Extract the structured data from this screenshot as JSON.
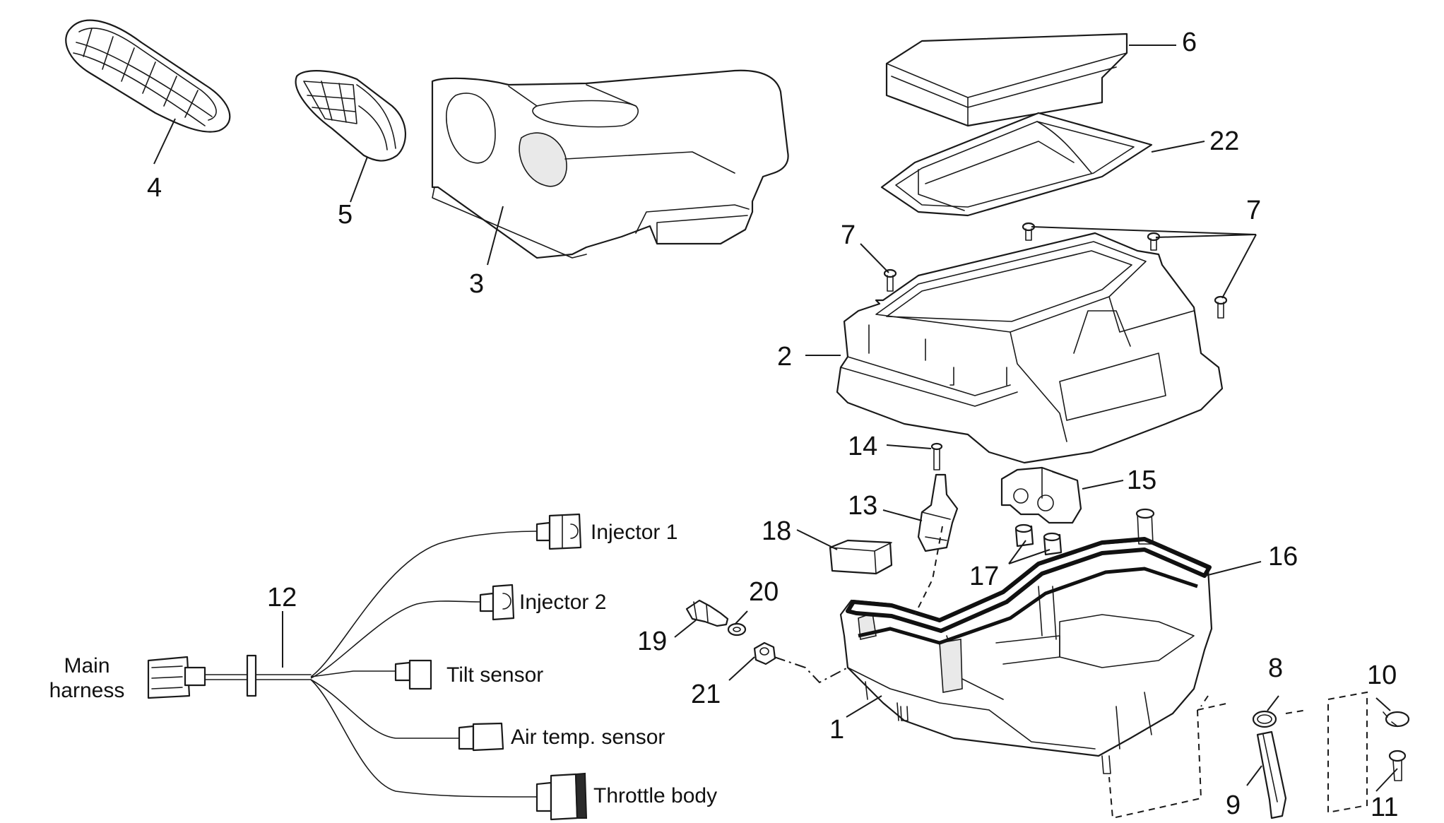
{
  "part_numbers": {
    "p1": "1",
    "p2": "2",
    "p3": "3",
    "p4": "4",
    "p5": "5",
    "p6": "6",
    "p7a": "7",
    "p7b": "7",
    "p8": "8",
    "p9": "9",
    "p10": "10",
    "p11": "11",
    "p12": "12",
    "p13": "13",
    "p14": "14",
    "p15": "15",
    "p16": "16",
    "p17": "17",
    "p18": "18",
    "p19": "19",
    "p20": "20",
    "p21": "21",
    "p22": "22"
  },
  "harness_labels": {
    "main_line1": "Main",
    "main_line2": "harness",
    "injector1": "Injector 1",
    "injector2": "Injector 2",
    "tilt_sensor": "Tilt sensor",
    "air_temp_sensor": "Air temp. sensor",
    "throttle_body": "Throttle body"
  }
}
